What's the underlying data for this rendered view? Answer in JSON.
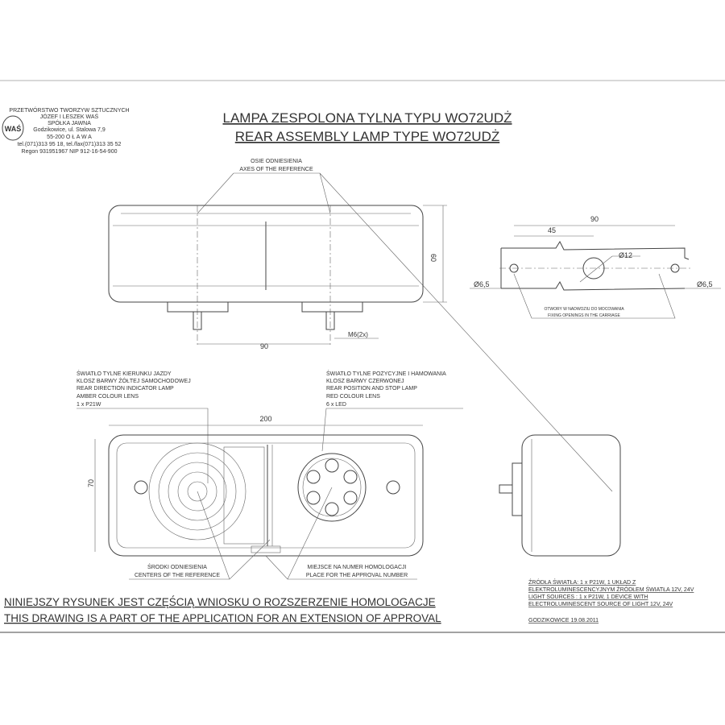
{
  "company": {
    "logo_text": "WAŚ",
    "lines": [
      "PRZETWÓRSTWO TWORZYW SZTUCZNYCH",
      "JÓZEF I LESZEK WAŚ",
      "SPÓŁKA JAWNA",
      "Godzikowice, ul. Stalowa 7,9",
      "55-200  O Ł A W A",
      "tel.(071)313 95 18, tel./fax(071)313 35 52",
      "Regon 931951967 NIP 912-16-54-900"
    ]
  },
  "title": {
    "pl": "LAMPA ZESPOLONA TYLNA  TYPU WO72UDŻ",
    "en": "REAR ASSEMBLY LAMP TYPE WO72UDŻ"
  },
  "axes_label": {
    "pl": "OSIE ODNIESIENIA",
    "en": "AXES OF THE REFERENCE"
  },
  "dimensions": {
    "height_60": "60",
    "spacing_90": "90",
    "thread": "M6(2x)",
    "width_200": "200",
    "height_70": "70",
    "hole_span_90": "90",
    "hole_half_45": "45",
    "hole_center_dia": "Ø12",
    "hole_left_dia": "Ø6,5",
    "hole_right_dia": "Ø6,5"
  },
  "fixing_label": {
    "pl": "OTWORY W NADWOZIU DO MOCOWANIA",
    "en": "FIXING OPENINGS IN THE CARRIAGE"
  },
  "left_lamp": [
    "ŚWIATŁO TYLNE KIERUNKU JAZDY",
    "KLOSZ BARWY ŻÓŁTEJ SAMOCHODOWEJ",
    "REAR DIRECTION INDICATOR LAMP",
    "AMBER COLOUR LENS",
    "1 x P21W"
  ],
  "right_lamp": [
    "ŚWIATŁO TYLNE POZYCYJNE I HAMOWANIA",
    "KLOSZ BARWY CZERWONEJ",
    "REAR POSITION AND STOP LAMP",
    "RED COLOUR LENS",
    "6 x LED"
  ],
  "centers_label": {
    "pl": "ŚRODKI ODNIESIENIA",
    "en": "CENTERS OF THE REFERENCE"
  },
  "approval_label": {
    "pl": "MIEJSCE NA NUMER HOMOLOGACJI",
    "en": "PLACE FOR THE APPROVAL NUMBER"
  },
  "footer": {
    "pl": "NINIEJSZY RYSUNEK JEST CZĘŚCIĄ WNIOSKU O ROZSZERZENIE HOMOLOGACJE",
    "en": "THIS DRAWING IS A PART OF THE APPLICATION FOR AN EXTENSION OF APPROVAL"
  },
  "sources": [
    "ŹRÓDŁA ŚWIATŁA: 1 x P21W, 1 UKŁAD Z",
    "ELEKTROLUMINESCENCYJNYM ŹRÓDŁEM ŚWIATŁA 12V, 24V",
    "LIGHT SOURCES : 1 x P21W, 1 DEVICE WITH",
    "ELECTROLUMINESCENT SOURCE OF LIGHT 12V, 24V"
  ],
  "date_place": "GODZIKOWICE 19.08.2011"
}
